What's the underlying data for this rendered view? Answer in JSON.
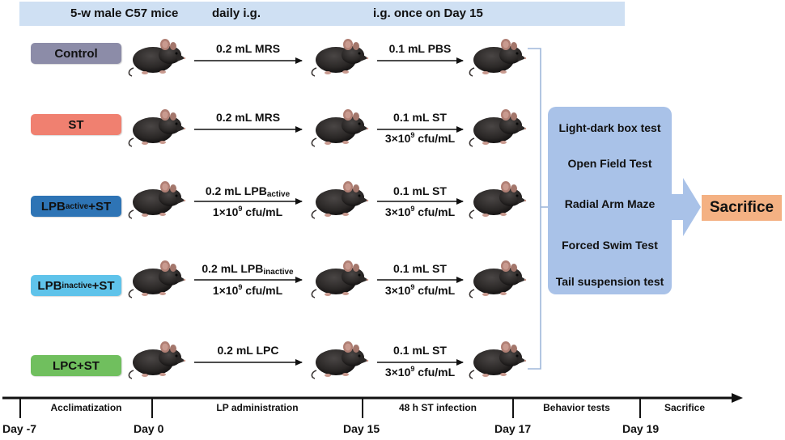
{
  "header": {
    "mice": "5-w male C57 mice",
    "daily": "daily i.g.",
    "once": "i.g. once on Day 15"
  },
  "groups": [
    {
      "base": "Control",
      "sub": "",
      "suffix": "",
      "color": "#8c8ca8"
    },
    {
      "base": "ST",
      "sub": "",
      "suffix": "",
      "color": "#f08070"
    },
    {
      "base": "LPB",
      "sub": "active",
      "suffix": "+ST",
      "color": "#2e74b5"
    },
    {
      "base": "LPB",
      "sub": "inactive",
      "suffix": "+ST",
      "color": "#5fc3ea"
    },
    {
      "base": "LPC+ST",
      "sub": "",
      "suffix": "",
      "color": "#70bf5e"
    }
  ],
  "treatments": [
    {
      "line1": "0.2 mL MRS",
      "line1_sub": "",
      "line2": ""
    },
    {
      "line1": "0.2 mL MRS",
      "line1_sub": "",
      "line2": ""
    },
    {
      "line1": "0.2 mL LPB",
      "line1_sub": "active",
      "line2": "1×10",
      "line2_sup": "9",
      "line2_unit": " cfu/mL"
    },
    {
      "line1": "0.2 mL LPB",
      "line1_sub": "inactive",
      "line2": "1×10",
      "line2_sup": "9",
      "line2_unit": " cfu/mL"
    },
    {
      "line1": "0.2 mL LPC",
      "line1_sub": "",
      "line2": ""
    }
  ],
  "infections": [
    {
      "line1": "0.1 mL PBS",
      "line2": ""
    },
    {
      "line1": "0.1 mL ST",
      "line2": "3×10",
      "line2_sup": "9",
      "line2_unit": " cfu/mL"
    },
    {
      "line1": "0.1 mL ST",
      "line2": "3×10",
      "line2_sup": "9",
      "line2_unit": " cfu/mL"
    },
    {
      "line1": "0.1 mL ST",
      "line2": "3×10",
      "line2_sup": "9",
      "line2_unit": " cfu/mL"
    },
    {
      "line1": "0.1 mL ST",
      "line2": "3×10",
      "line2_sup": "9",
      "line2_unit": " cfu/mL"
    }
  ],
  "tests": [
    "Light-dark box test",
    "Open Field Test",
    "Radial Arm Maze",
    "Forced Swim Test",
    "Tail suspension test"
  ],
  "final": "Sacrifice",
  "timeline": {
    "phases": [
      "Acclimatization",
      "LP administration",
      "48 h ST infection",
      "Behavior tests",
      "Sacrifice"
    ],
    "days": [
      "Day -7",
      "Day 0",
      "Day 15",
      "Day 17",
      "Day 19"
    ]
  },
  "colors": {
    "header_band": "#cfe0f3",
    "tests_box": "#a9c2e8",
    "sacrifice": "#f4b183",
    "bracket": "#9fb7da",
    "mouse_body": "#2a2726",
    "mouse_ear": "#b07f74"
  },
  "icon": "mouse-icon"
}
